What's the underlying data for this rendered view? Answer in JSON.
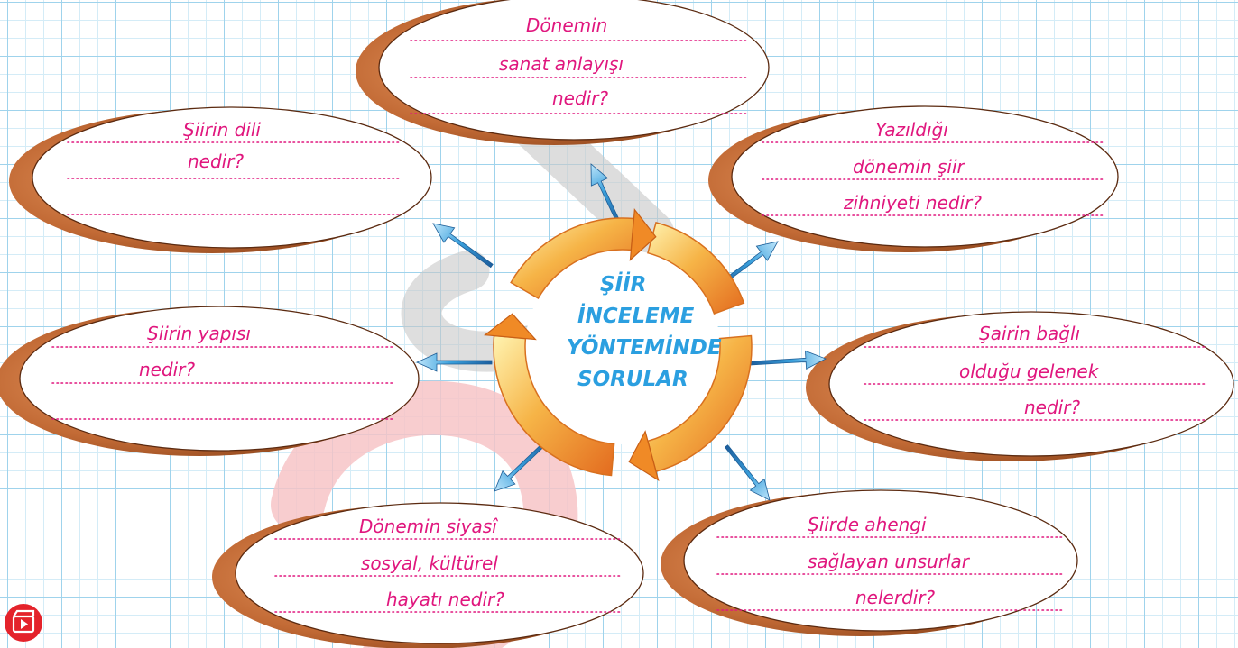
{
  "center": {
    "lines": [
      "ŞİİR",
      "İNCELEME",
      "YÖNTEMİNDE",
      "SORULAR"
    ]
  },
  "questions": [
    {
      "id": "sanat",
      "lines": [
        "Dönemin",
        "sanat anlayışı",
        "nedir?"
      ]
    },
    {
      "id": "dil",
      "lines": [
        "Şiirin dili",
        "nedir?"
      ]
    },
    {
      "id": "zihniyet",
      "lines": [
        "Yazıldığı",
        "dönemin şiir",
        "zihniyeti nedir?"
      ]
    },
    {
      "id": "yapi",
      "lines": [
        "Şiirin yapısı",
        "nedir?"
      ]
    },
    {
      "id": "gelenek",
      "lines": [
        "Şairin bağlı",
        "olduğu gelenek",
        "nedir?"
      ]
    },
    {
      "id": "hayat",
      "lines": [
        "Dönemin siyasî",
        "sosyal, kültürel",
        "hayatı nedir?"
      ]
    },
    {
      "id": "ahenk",
      "lines": [
        "Şiirde ahengi",
        "sağlayan unsurlar",
        "nelerdir?"
      ]
    }
  ],
  "colors": {
    "question_text": "#e0177e",
    "center_text": "#2b9fe0",
    "ellipse_shadow": "#b5612f",
    "dotted_line": "#e0177e",
    "arrow": "#3aa0dc",
    "ring": "#f29a2e",
    "grid": "#9fd3ec",
    "play_button": "#e4232b"
  },
  "icons": {
    "play": "play-icon"
  }
}
